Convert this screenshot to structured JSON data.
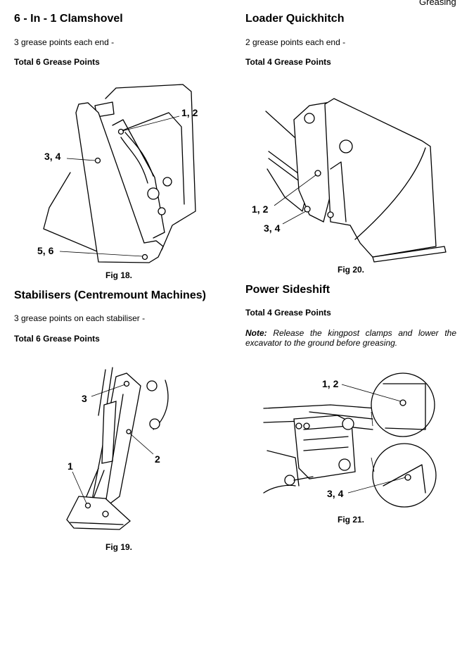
{
  "header": {
    "section": "Greasing"
  },
  "clamshovel": {
    "title": "6 - In - 1 Clamshovel",
    "desc": "3 grease points each end -",
    "total": "Total 6 Grease Points",
    "fig": "Fig 18.",
    "labels": [
      "1, 2",
      "3, 4",
      "5, 6"
    ]
  },
  "quickhitch": {
    "title": "Loader Quickhitch",
    "desc": "2 grease points each end -",
    "total": "Total 4 Grease Points",
    "fig": "Fig 20.",
    "labels": [
      "1, 2",
      "3, 4"
    ]
  },
  "stabilisers": {
    "title": "Stabilisers (Centremount Machines)",
    "desc": "3 grease points on each stabiliser -",
    "total": "Total 6 Grease Points",
    "fig": "Fig 19.",
    "labels": [
      "3",
      "2",
      "1"
    ]
  },
  "sideshift": {
    "title": "Power Sideshift",
    "total": "Total 4 Grease Points",
    "note_label": "Note:",
    "note_text": "Release the kingpost clamps and lower the excavator to the ground before greasing.",
    "fig": "Fig 21.",
    "labels": [
      "1, 2",
      "3, 4"
    ]
  }
}
